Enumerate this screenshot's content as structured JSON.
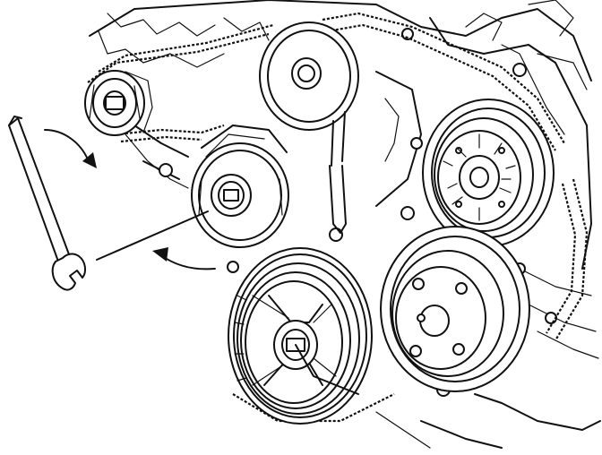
{
  "figure": {
    "ink_color": "#111111",
    "paper_color": "#ffffff",
    "components": [
      {
        "name": "wrench-icon"
      },
      {
        "name": "rotation-arrow-clockwise-icon"
      },
      {
        "name": "rotation-arrow-counterclockwise-icon"
      },
      {
        "name": "belt-tensioner-pulley"
      },
      {
        "name": "idler-pulley"
      },
      {
        "name": "alternator-pulley"
      },
      {
        "name": "ac-compressor-pulley"
      },
      {
        "name": "water-pump-pulley"
      },
      {
        "name": "crankshaft-pulley"
      },
      {
        "name": "serpentine-belt"
      },
      {
        "name": "engine-block-background"
      }
    ]
  }
}
